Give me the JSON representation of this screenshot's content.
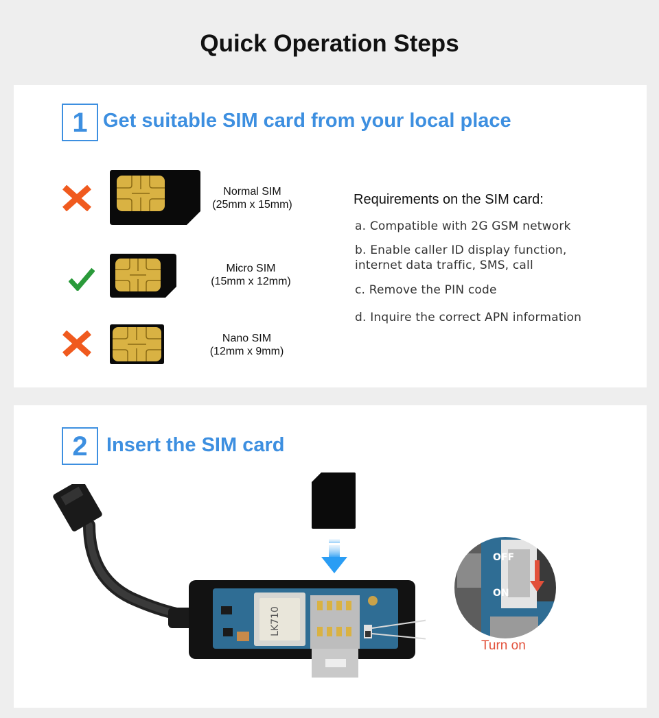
{
  "title": "Quick Operation Steps",
  "step1": {
    "number": "1",
    "title": "Get suitable SIM card from your local place",
    "sims": [
      {
        "name": "Normal SIM",
        "size": "(25mm x 15mm)",
        "status": "not-supported",
        "icon": "cross-icon"
      },
      {
        "name": "Micro SIM",
        "size": "(15mm x 12mm)",
        "status": "supported",
        "icon": "check-icon"
      },
      {
        "name": "Nano SIM",
        "size": "(12mm x 9mm)",
        "status": "not-supported",
        "icon": "cross-icon"
      }
    ],
    "requirements": {
      "title": "Requirements on the SIM card:",
      "items": [
        "a. Compatible with 2G GSM network",
        "b. Enable caller ID display function,",
        "internet data traffic, SMS, call",
        "c. Remove the PIN code",
        "d. Inquire the correct APN information"
      ]
    }
  },
  "step2": {
    "number": "2",
    "title": "Insert the SIM card",
    "device_label": "LK710",
    "switch_labels": [
      "OFF",
      "ON"
    ],
    "turn_on": "Turn on"
  },
  "colors": {
    "accent_blue": "#3d8fe0",
    "cross_orange": "#f05a1e",
    "check_green": "#2a9a3a",
    "turn_on_red": "#e2503a"
  }
}
